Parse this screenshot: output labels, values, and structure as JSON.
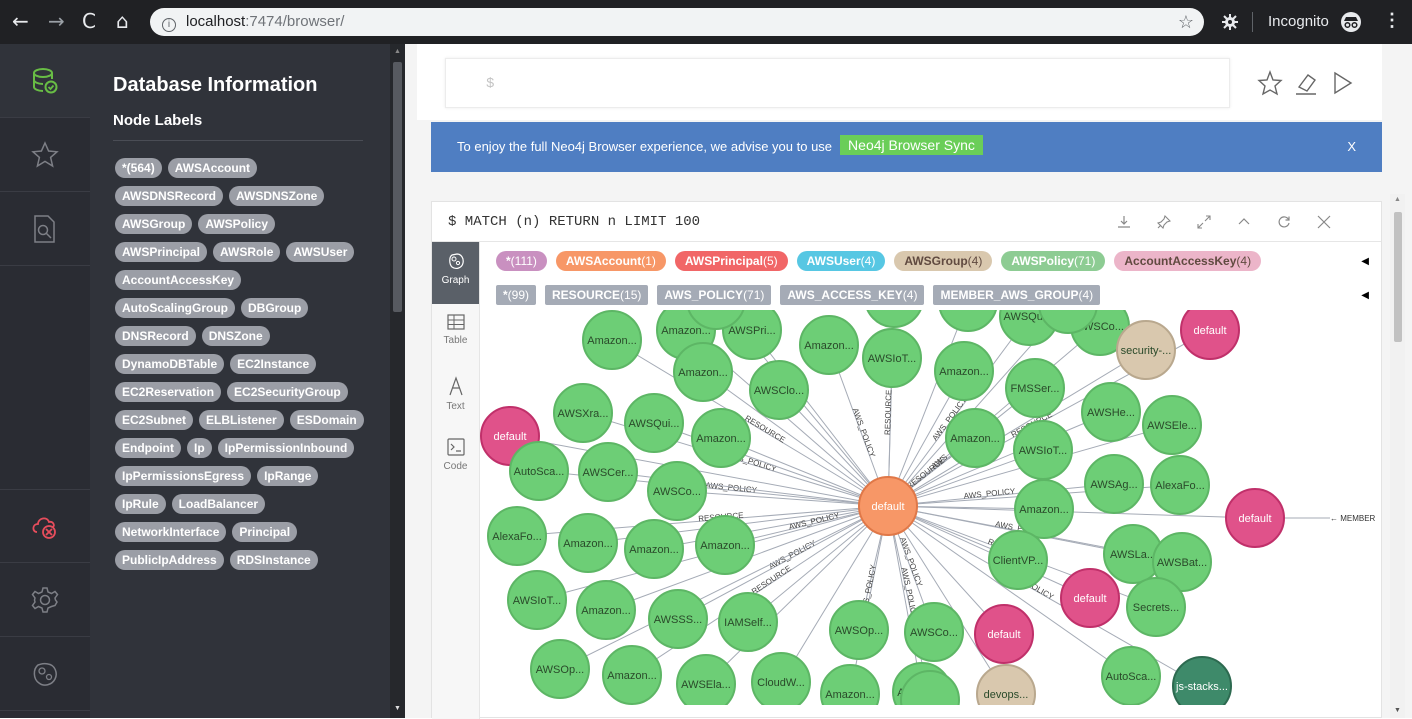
{
  "browser": {
    "url_host": "localhost",
    "url_port_path": ":7474/browser/",
    "incognito_label": "Incognito"
  },
  "drawer": {
    "title": "Database Information",
    "section": "Node Labels",
    "labels": [
      "*(564)",
      "AWSAccount",
      "AWSDNSRecord",
      "AWSDNSZone",
      "AWSGroup",
      "AWSPolicy",
      "AWSPrincipal",
      "AWSRole",
      "AWSUser",
      "AccountAccessKey",
      "AutoScalingGroup",
      "DBGroup",
      "DNSRecord",
      "DNSZone",
      "DynamoDBTable",
      "EC2Instance",
      "EC2Reservation",
      "EC2SecurityGroup",
      "EC2Subnet",
      "ELBListener",
      "ESDomain",
      "Endpoint",
      "Ip",
      "IpPermissionInbound",
      "IpPermissionsEgress",
      "IpRange",
      "IpRule",
      "LoadBalancer",
      "NetworkInterface",
      "Principal",
      "PublicIpAddress",
      "RDSInstance"
    ]
  },
  "editor": {
    "prompt": "$"
  },
  "banner": {
    "text": "To enjoy the full Neo4j Browser experience, we advise you to use",
    "button": "Neo4j Browser Sync",
    "close": "X"
  },
  "frame": {
    "query": "$ MATCH (n) RETURN n LIMIT 100",
    "tabs": [
      "Graph",
      "Table",
      "Text",
      "Code"
    ],
    "node_legend": [
      {
        "name": "*",
        "count": "(111)",
        "color": "#c990c0"
      },
      {
        "name": "AWSAccount",
        "count": "(1)",
        "color": "#f79767"
      },
      {
        "name": "AWSPrincipal",
        "count": "(5)",
        "color": "#f16667"
      },
      {
        "name": "AWSUser",
        "count": "(4)",
        "color": "#57c7e3"
      },
      {
        "name": "AWSGroup",
        "count": "(4)",
        "color": "#d9c8ae"
      },
      {
        "name": "AWSPolicy",
        "count": "(71)",
        "color": "#8dcc93"
      },
      {
        "name": "AccountAccessKey",
        "count": "(4)",
        "color": "#ecb5c9"
      }
    ],
    "rel_legend": [
      {
        "name": "*",
        "count": "(99)"
      },
      {
        "name": "RESOURCE",
        "count": "(15)"
      },
      {
        "name": "AWS_POLICY",
        "count": "(71)"
      },
      {
        "name": "AWS_ACCESS_KEY",
        "count": "(4)"
      },
      {
        "name": "MEMBER_AWS_GROUP",
        "count": "(4)"
      }
    ]
  },
  "graph": {
    "center": "default",
    "nodes": [
      {
        "label": "Amazon...",
        "kind": "policy"
      },
      {
        "label": "Amazon...",
        "kind": "policy"
      },
      {
        "label": "AWSPri...",
        "kind": "policy"
      },
      {
        "label": "Amazon...",
        "kind": "policy"
      },
      {
        "label": "AWSIoT...",
        "kind": "policy"
      },
      {
        "label": "Amazon...",
        "kind": "policy"
      },
      {
        "label": "AWSQui...",
        "kind": "policy"
      },
      {
        "label": "AWSCo...",
        "kind": "policy"
      },
      {
        "label": "security-...",
        "kind": "group"
      },
      {
        "label": "default",
        "kind": "principal"
      },
      {
        "label": "Amazon...",
        "kind": "policy"
      },
      {
        "label": "AWSClo...",
        "kind": "policy"
      },
      {
        "label": "FMSSer...",
        "kind": "policy"
      },
      {
        "label": "AWSHe...",
        "kind": "policy"
      },
      {
        "label": "AWSEle...",
        "kind": "policy"
      },
      {
        "label": "AWSXra...",
        "kind": "policy"
      },
      {
        "label": "AWSQui...",
        "kind": "policy"
      },
      {
        "label": "Amazon...",
        "kind": "policy"
      },
      {
        "label": "Amazon...",
        "kind": "policy"
      },
      {
        "label": "AWSIoT...",
        "kind": "policy"
      },
      {
        "label": "default",
        "kind": "principal"
      },
      {
        "label": "AutoSca...",
        "kind": "policy"
      },
      {
        "label": "AWSCer...",
        "kind": "policy"
      },
      {
        "label": "AWSCo...",
        "kind": "policy"
      },
      {
        "label": "AWSAg...",
        "kind": "policy"
      },
      {
        "label": "AlexaFo...",
        "kind": "policy"
      },
      {
        "label": "default",
        "kind": "principal"
      },
      {
        "label": "AlexaFo...",
        "kind": "policy"
      },
      {
        "label": "Amazon...",
        "kind": "policy"
      },
      {
        "label": "Amazon...",
        "kind": "policy"
      },
      {
        "label": "Amazon...",
        "kind": "policy"
      },
      {
        "label": "Amazon...",
        "kind": "policy"
      },
      {
        "label": "AWSLa...",
        "kind": "policy"
      },
      {
        "label": "AWSBat...",
        "kind": "policy"
      },
      {
        "label": "ClientVP...",
        "kind": "policy"
      },
      {
        "label": "default",
        "kind": "principal"
      },
      {
        "label": "Secrets...",
        "kind": "policy"
      },
      {
        "label": "AWSIoT...",
        "kind": "policy"
      },
      {
        "label": "Amazon...",
        "kind": "policy"
      },
      {
        "label": "AWSSS...",
        "kind": "policy"
      },
      {
        "label": "IAMSelf...",
        "kind": "policy"
      },
      {
        "label": "AWSOp...",
        "kind": "policy"
      },
      {
        "label": "AWSCo...",
        "kind": "policy"
      },
      {
        "label": "default",
        "kind": "principal"
      },
      {
        "label": "AWSOp...",
        "kind": "policy"
      },
      {
        "label": "Amazon...",
        "kind": "policy"
      },
      {
        "label": "AWSEla...",
        "kind": "policy"
      },
      {
        "label": "CloudW...",
        "kind": "policy"
      },
      {
        "label": "Amazon...",
        "kind": "policy"
      },
      {
        "label": "Amazon...",
        "kind": "policy"
      },
      {
        "label": "AutoSca...",
        "kind": "policy"
      },
      {
        "label": "js-stacks...",
        "kind": "key"
      },
      {
        "label": "devops...",
        "kind": "group"
      },
      {
        "label": "",
        "kind": "policy"
      },
      {
        "label": "",
        "kind": "policy"
      },
      {
        "label": "",
        "kind": "policy"
      },
      {
        "label": "",
        "kind": "policy"
      },
      {
        "label": "",
        "kind": "policy"
      }
    ],
    "edge_label": "AWS_POLICY",
    "edge_label_alt": "RESOURCE",
    "member_label": "MEMBER"
  },
  "colors": {
    "policy_fill": "#6dce76",
    "policy_stroke": "#5db665",
    "principal_fill": "#e0528a",
    "principal_stroke": "#c0306a",
    "group_fill": "#d9c8ae",
    "group_stroke": "#b9a88e",
    "account_fill": "#f79767",
    "account_stroke": "#e07848",
    "key_fill": "#3e8a6a"
  }
}
